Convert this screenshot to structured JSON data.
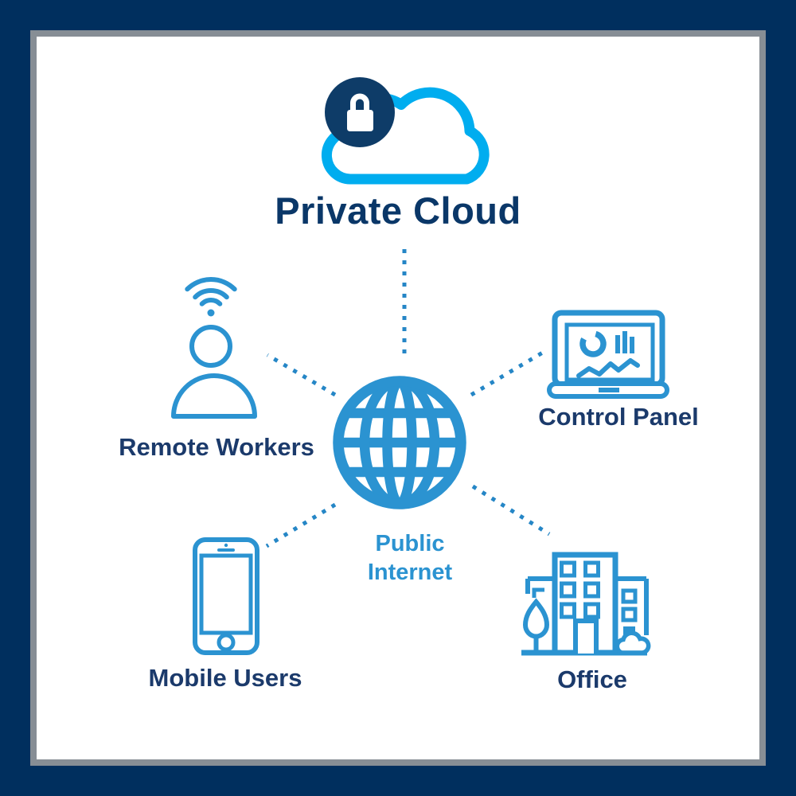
{
  "title": {
    "text": "Private Cloud"
  },
  "header_icon": "cloud-with-padlock-icon",
  "center_node": {
    "label": "Public Internet",
    "icon": "globe-icon"
  },
  "nodes": [
    {
      "id": "remote-workers",
      "label": "Remote Workers",
      "icon": "person-wifi-icon",
      "position": "top-left"
    },
    {
      "id": "control-panel",
      "label": "Control Panel",
      "icon": "laptop-dashboard-icon",
      "position": "top-right"
    },
    {
      "id": "mobile-users",
      "label": "Mobile Users",
      "icon": "smartphone-icon",
      "position": "bottom-left"
    },
    {
      "id": "office",
      "label": "Office",
      "icon": "office-building-icon",
      "position": "bottom-right"
    }
  ],
  "connectors": {
    "style": "dotted",
    "count": 5
  },
  "colors": {
    "frame_navy": "#002F5E",
    "mat_gray": "#878E95",
    "background": "#FFFFFF",
    "cloud_blue": "#00ADEF",
    "lock_circle_navy": "#0E3C68",
    "icon_blue": "#2B93D1",
    "dotted_line_blue": "#2586C6",
    "title_navy": "#0A3768",
    "label_navy": "#1B3A6B"
  }
}
